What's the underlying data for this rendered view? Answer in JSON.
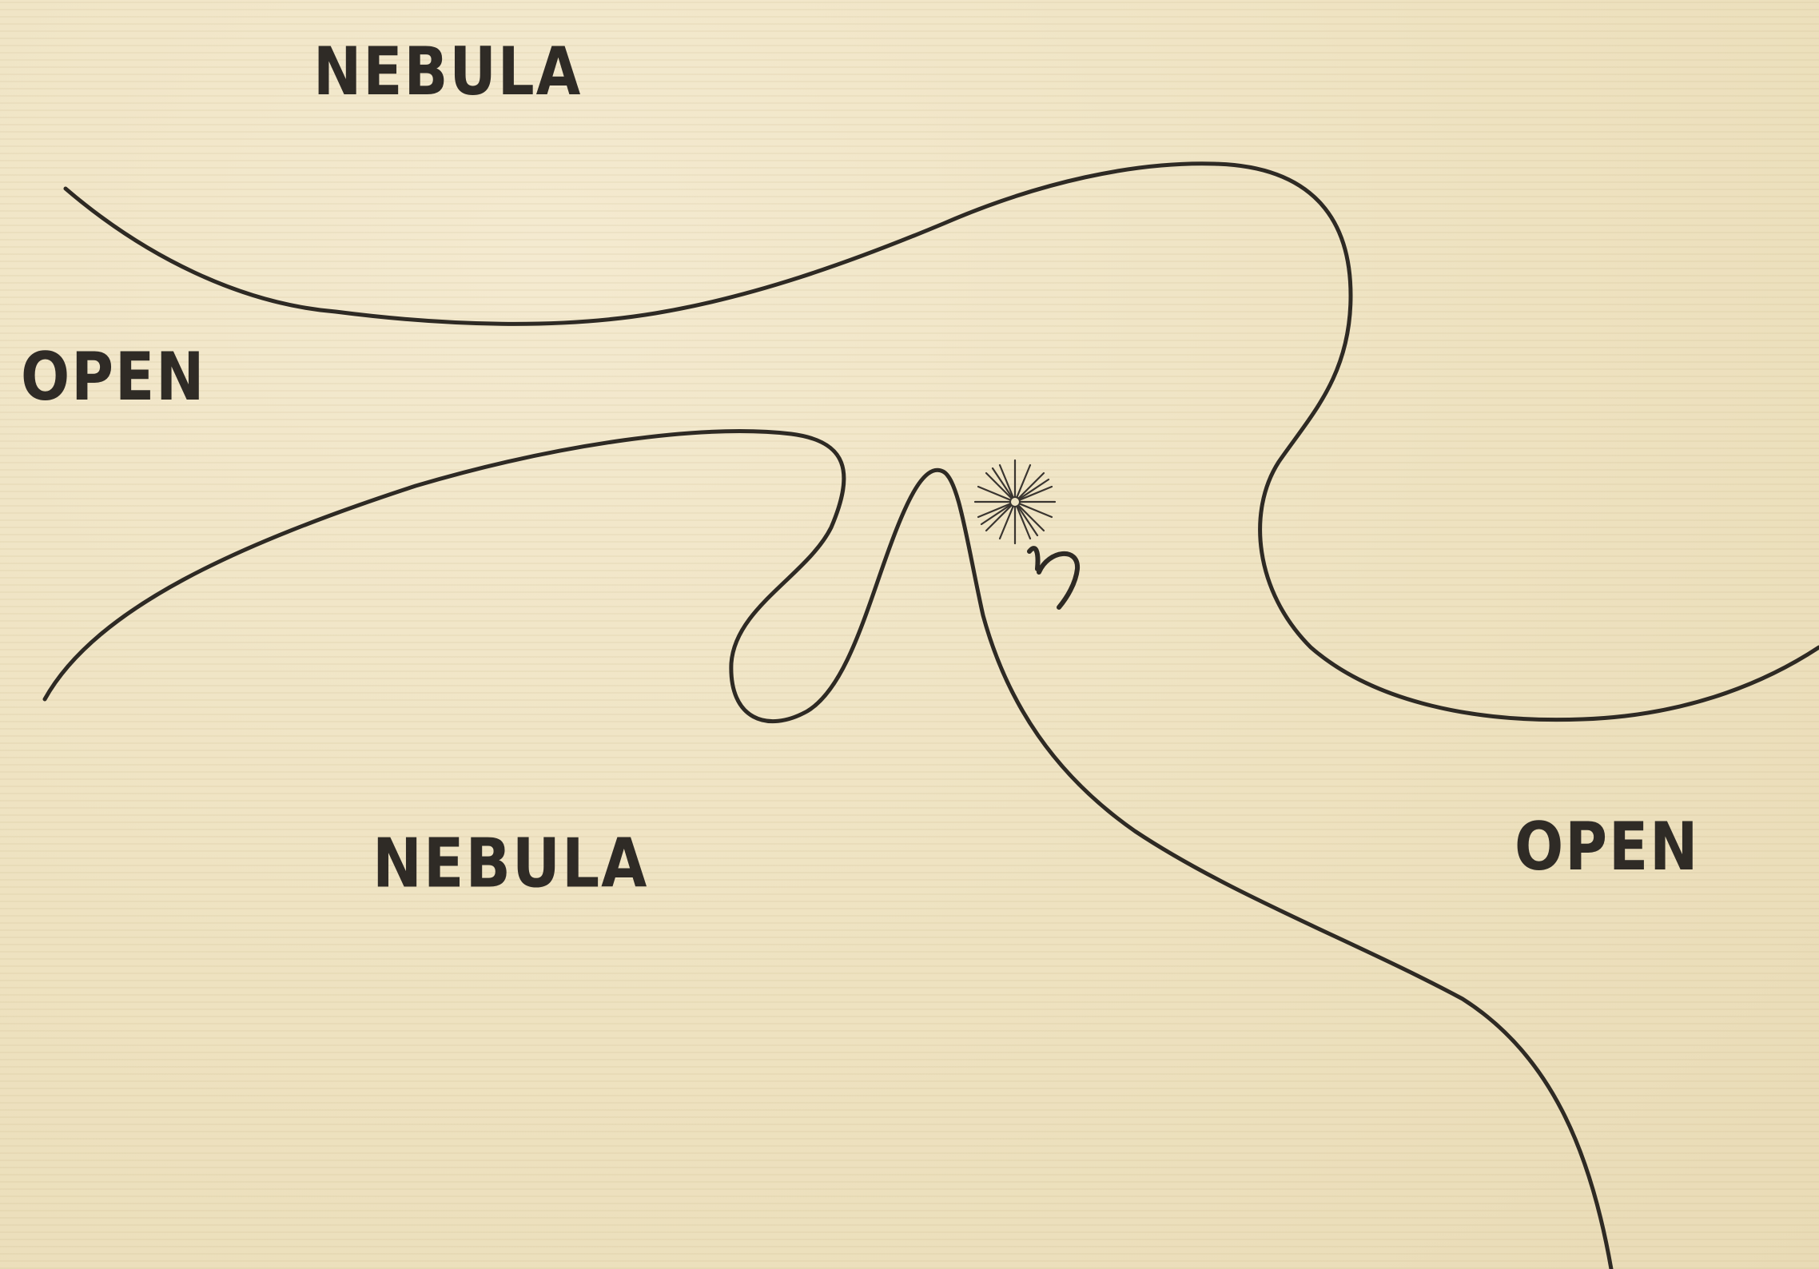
{
  "labels": {
    "nebula_top": "NEBULA",
    "open_left": "OPEN",
    "nebula_bottom": "NEBULA",
    "open_right": "OPEN"
  },
  "colors": {
    "paper": "#efe4c4",
    "ink": "#2e2a24"
  },
  "icons": {
    "star": "star-burst-icon",
    "eta_symbol": "eta-symbol-icon"
  }
}
